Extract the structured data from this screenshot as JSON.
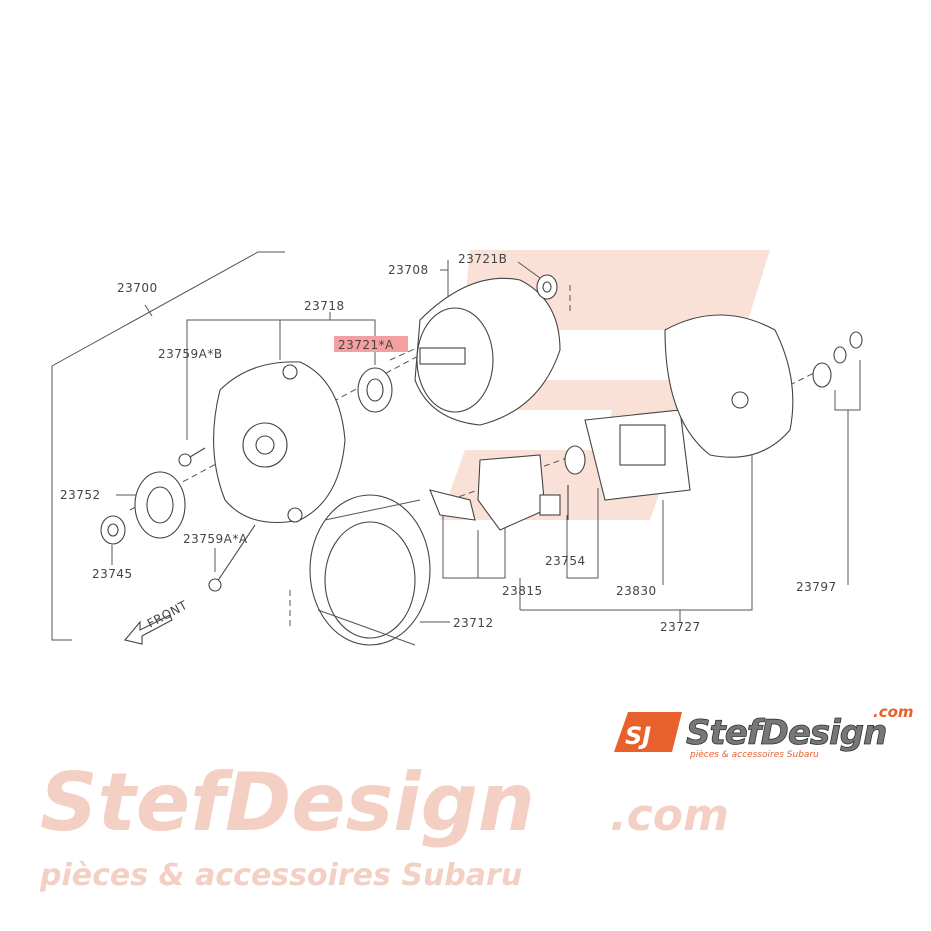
{
  "diagram": {
    "labels": {
      "assembly": "23700",
      "front_cover": "23718",
      "rotor": "23708",
      "bearing_b": "23721B",
      "bearing_a": "23721*A",
      "bolt_b": "23759A*B",
      "pulley": "23752",
      "nut": "23745",
      "bolt_a": "23759A*A",
      "stator": "23712",
      "brush_holder": "23815",
      "seal": "23754",
      "regulator": "23830",
      "rear_cover": "23727",
      "terminal": "23797"
    },
    "front_indicator": "FRONT",
    "highlight_color": "#f4a0a0"
  },
  "watermark": {
    "brand": "StefDesign",
    "domain": ".com",
    "tagline": "pièces & accessoires Subaru"
  },
  "logo": {
    "brand": "StefDesign",
    "domain": ".com",
    "tagline": "pièces & accessoires Subaru",
    "mark": "SJ",
    "accent": "#e8612c"
  }
}
